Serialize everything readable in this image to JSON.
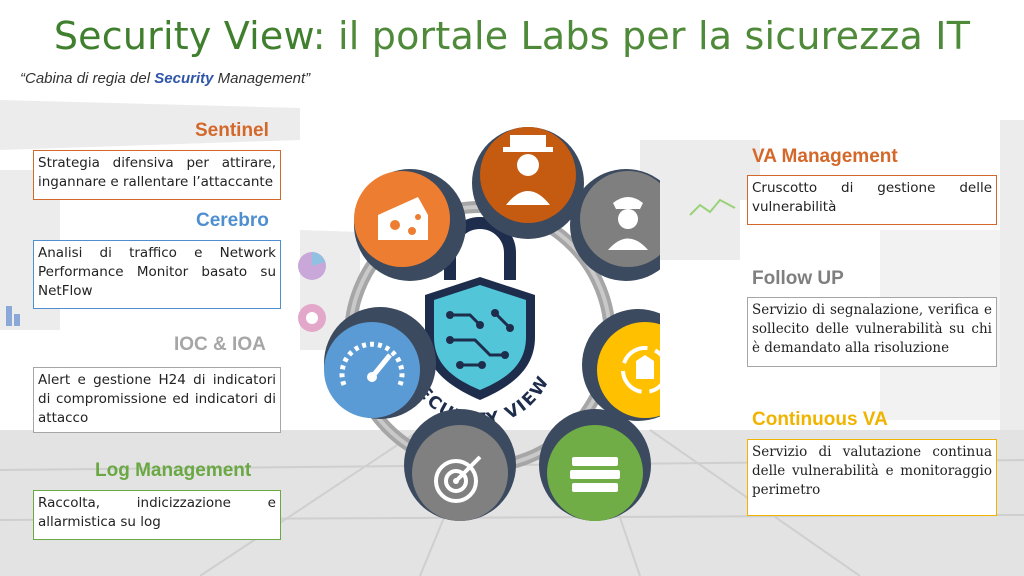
{
  "title": {
    "part1": "Security View",
    "part2": ": il portale Labs per la sicurezza IT"
  },
  "subtitle": {
    "before": "“Cabina di regia del ",
    "bold": "Security",
    "after": " Management”"
  },
  "center_logo": {
    "text": "SECURITY VIEW"
  },
  "left_sections": [
    {
      "title": "Sentinel",
      "text": "Strategia difensiva per attirare, ingannare e rallentare l’attaccante",
      "color": "#d4682a"
    },
    {
      "title": "Cerebro",
      "text": "Analisi di traffico e Network Performance Monitor basato su NetFlow",
      "color": "#4f8fd0"
    },
    {
      "title": "IOC & IOA",
      "text": "Alert e gestione H24 di indicatori di compromissione ed indicatori di attacco",
      "color": "#a6a6a6"
    },
    {
      "title": "Log Management",
      "text": "Raccolta, indicizzazione e allarmistica su log",
      "color": "#6aa843"
    }
  ],
  "right_sections": [
    {
      "title": "VA Management",
      "text": "Cruscotto di gestione delle vulnerabilità",
      "color": "#d4682a"
    },
    {
      "title": "Follow UP",
      "text": "Servizio di segnalazione, verifica e sollecito delle vulnerabilità su chi è demandato alla risoluzione",
      "color": "#a6a6a6"
    },
    {
      "title": "Continuous VA",
      "text": "Servizio di valutazione continua delle vulnerabilità e monitoraggio perimetro",
      "color": "#f0b400"
    }
  ],
  "wheel_icons": [
    {
      "name": "hacker-icon",
      "color": "#c55a11"
    },
    {
      "name": "guard-icon",
      "color": "#7f7f7f"
    },
    {
      "name": "cycle-box-icon",
      "color": "#ffc000"
    },
    {
      "name": "books-icon",
      "color": "#70ad47"
    },
    {
      "name": "target-icon",
      "color": "#808080"
    },
    {
      "name": "gauge-icon",
      "color": "#5b9bd5"
    },
    {
      "name": "cheese-icon",
      "color": "#ed7d31"
    }
  ]
}
